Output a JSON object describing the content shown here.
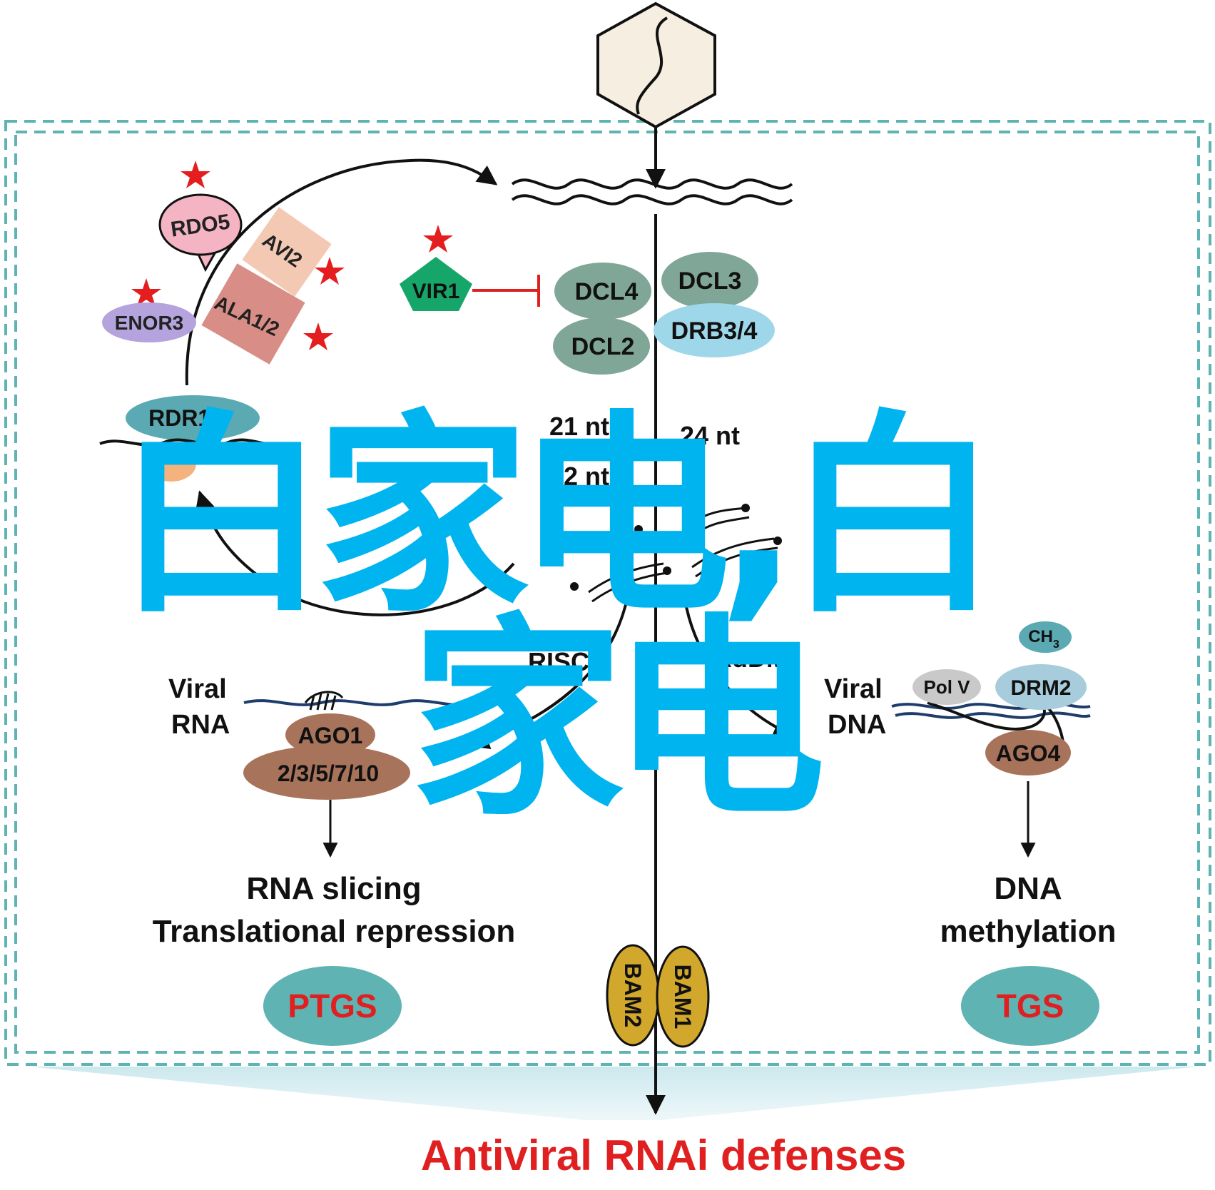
{
  "diagram": {
    "top_hexagon_label": "",
    "nodes": {
      "rdo5": "RDO5",
      "avi2": "AVI2",
      "enor3": "ENOR3",
      "ala12": "ALA1/2",
      "vir1": "VIR1",
      "dcl4": "DCL4",
      "dcl3": "DCL3",
      "dcl2": "DCL2",
      "drb34": "DRB3/4",
      "rdr16": "RDR1/6",
      "ago1": "AGO1",
      "ago_family": "2/3/5/7/10",
      "pol_v": "Pol V",
      "drm2": "DRM2",
      "ch3_main": "CH",
      "ch3_sub": "3",
      "ago4": "AGO4",
      "bam1": "BAM1",
      "bam2": "BAM2"
    },
    "labels": {
      "nt21": "21 nt",
      "nt22": "22 nt",
      "nt24": "24 nt",
      "risc": "RISC",
      "rddm": "RdDM",
      "viral_rna_1": "Viral",
      "viral_rna_2": "RNA",
      "viral_dna_1": "Viral",
      "viral_dna_2": "DNA",
      "rna_slicing": "RNA slicing",
      "translational_repression": "Translational repression",
      "dna_1": "DNA",
      "methylation": "methylation",
      "ptgs": "PTGS",
      "tgs": "TGS",
      "bottom_title": "Antiviral RNAi defenses"
    },
    "colors": {
      "box_border": "#5fb3b3",
      "inhibition": "#e02020",
      "star": "#e41e1e",
      "ptgs_text": "#e02020",
      "title_text": "#e02020",
      "watermark": "#00b4f0"
    }
  },
  "watermark": {
    "line1": "白家电,白",
    "line2": "家电"
  }
}
